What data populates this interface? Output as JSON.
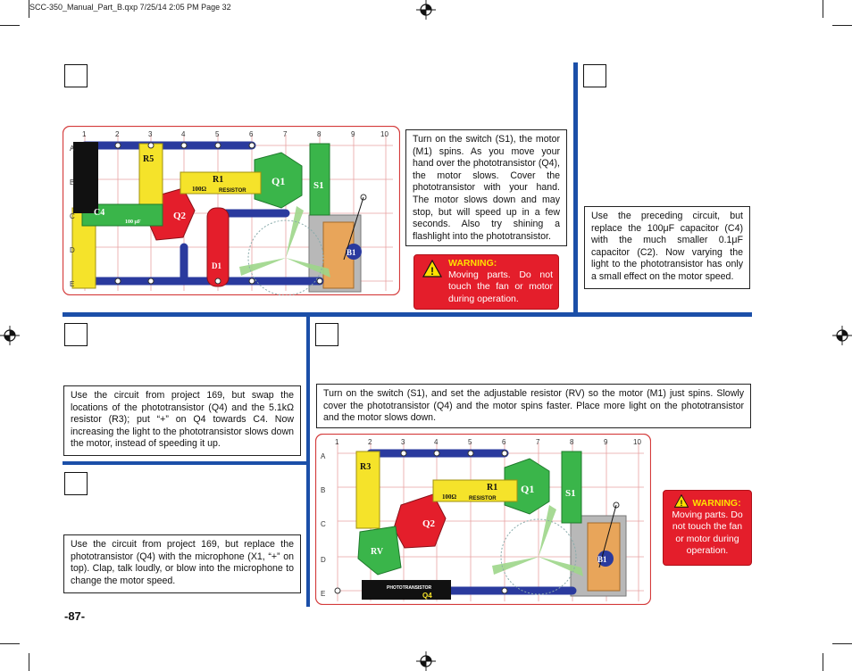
{
  "slug": "SCC-350_Manual_Part_B.qxp  7/25/14  2:05 PM  Page 32",
  "page_number": "-87-",
  "colors": {
    "blue_rule": "#1b4fa8",
    "warning_red": "#e41e2b",
    "warning_title": "#ffe000",
    "grid_red": "#e36a6a",
    "wire_blue": "#2a3a9e"
  },
  "board_top": {
    "columns": [
      "1",
      "2",
      "3",
      "4",
      "5",
      "6",
      "7",
      "8",
      "9",
      "10"
    ],
    "rows": [
      "A",
      "B",
      "C",
      "D",
      "E"
    ]
  },
  "board_bottom": {
    "columns": [
      "1",
      "2",
      "3",
      "4",
      "5",
      "6",
      "7",
      "8",
      "9",
      "10"
    ],
    "rows": [
      "A",
      "B",
      "C",
      "D",
      "E"
    ]
  },
  "top_left_text": "Turn on the switch (S1), the motor (M1) spins. As you move your hand over the phototransistor (Q4), the motor slows. Cover the phototransistor with your hand. The motor slows down and may stop, but will speed up in a few seconds. Also try shining a flashlight into the phototransistor.",
  "top_left_warning": {
    "title": "WARNING:",
    "body": "Moving parts. Do not touch the fan or motor during operation."
  },
  "top_right_text": "Use the preceding circuit, but replace the 100μF capacitor (C4) with the much smaller 0.1μF capacitor (C2). Now varying the light to the phototransistor has only a small effect on the motor speed.",
  "mid_left_text": "Use the circuit from project 169, but swap the locations of the phototransistor (Q4) and the 5.1kΩ resistor (R3); put “+” on Q4 towards C4. Now increasing the light to the phototransistor slows down the motor, instead of speeding it up.",
  "bottom_left_text": "Use the circuit from project 169, but replace the phototransistor (Q4) with the microphone (X1, “+” on top). Clap, talk loudly, or blow into the microphone to change the motor speed.",
  "right_text": "Turn on the switch (S1), and set the adjustable resistor (RV) so the motor (M1) just spins. Slowly cover the phototransistor (Q4) and the motor spins faster. Place more light on the phototransistor and the motor slows down.",
  "right_warning": {
    "title": "WARNING:",
    "body": "Moving parts. Do not touch the fan or motor during operation."
  },
  "parts_top": {
    "r1": "R1",
    "r1_value": "100Ω",
    "r1_name": "RESISTOR",
    "q1": "Q1",
    "q2": "Q2",
    "c4": "C4",
    "c4_value": "100 μF",
    "r5": "R5",
    "b1": "B1",
    "s1": "S1",
    "d1": "D1"
  },
  "parts_bottom": {
    "r1": "R1",
    "r1_value": "100Ω",
    "r1_name": "RESISTOR",
    "q1": "Q1",
    "q2": "Q2",
    "r3": "R3",
    "rv": "RV",
    "b1": "B1",
    "s1": "S1",
    "q4": "Q4",
    "q4_name": "PHOTOTRANSISTOR"
  }
}
